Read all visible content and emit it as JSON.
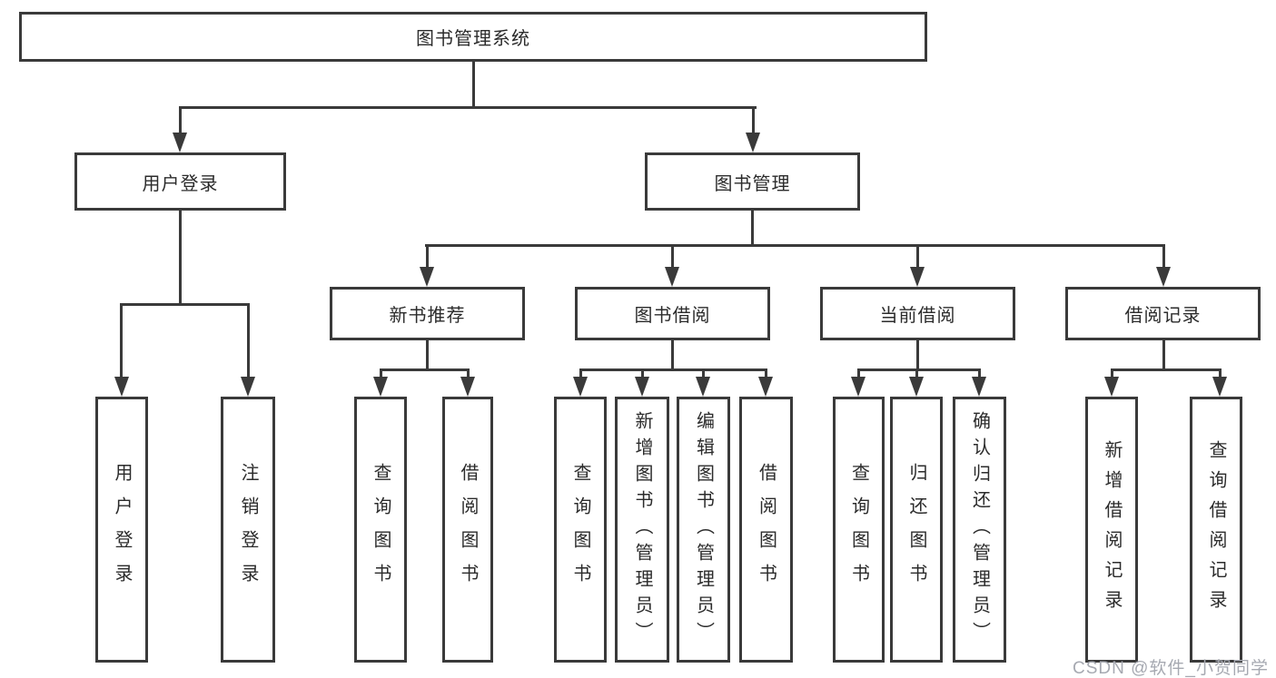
{
  "diagram": {
    "root": {
      "label": "图书管理系统"
    },
    "branches": [
      {
        "label": "用户登录",
        "children": [
          {
            "label": "用户登录"
          },
          {
            "label": "注销登录"
          }
        ]
      },
      {
        "label": "图书管理",
        "children": [
          {
            "label": "新书推荐",
            "children": [
              {
                "label": "查询图书"
              },
              {
                "label": "借阅图书"
              }
            ]
          },
          {
            "label": "图书借阅",
            "children": [
              {
                "label": "查询图书"
              },
              {
                "label": "新增图书（管理员）"
              },
              {
                "label": "编辑图书（管理员）"
              },
              {
                "label": "借阅图书"
              }
            ]
          },
          {
            "label": "当前借阅",
            "children": [
              {
                "label": "查询图书"
              },
              {
                "label": "归还图书"
              },
              {
                "label": "确认归还（管理员）"
              }
            ]
          },
          {
            "label": "借阅记录",
            "children": [
              {
                "label": "新增借阅记录"
              },
              {
                "label": "查询借阅记录"
              }
            ]
          }
        ]
      }
    ]
  },
  "watermark": {
    "text": "CSDN @软件_小贺同学"
  },
  "colors": {
    "line": "#3a3a3a",
    "text": "#2b2b2b",
    "background": "#ffffff",
    "watermark": "#a6a9b1"
  }
}
